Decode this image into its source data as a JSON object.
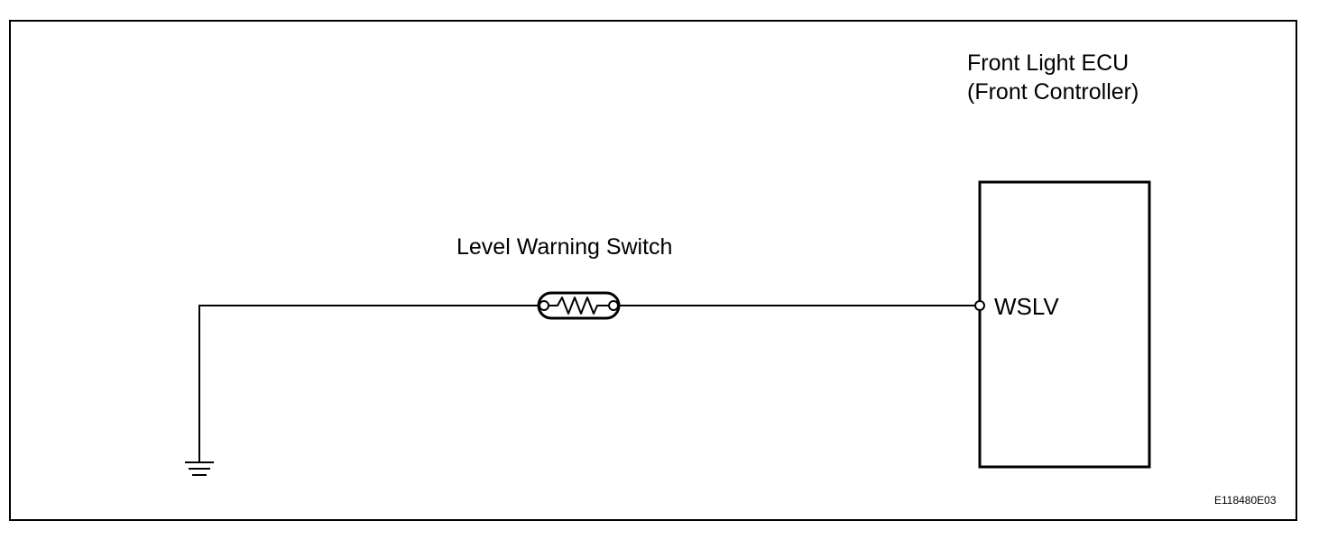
{
  "diagram": {
    "ecu": {
      "title_line1": "Front Light ECU",
      "title_line2": "(Front Controller)",
      "pin": "WSLV"
    },
    "switch": {
      "label": "Level Warning Switch"
    },
    "figure_code": "E118480E03",
    "colors": {
      "stroke": "#000000",
      "background": "#ffffff"
    },
    "icons": [
      "ground-symbol-icon",
      "resistor-switch-icon",
      "terminal-icon"
    ]
  }
}
